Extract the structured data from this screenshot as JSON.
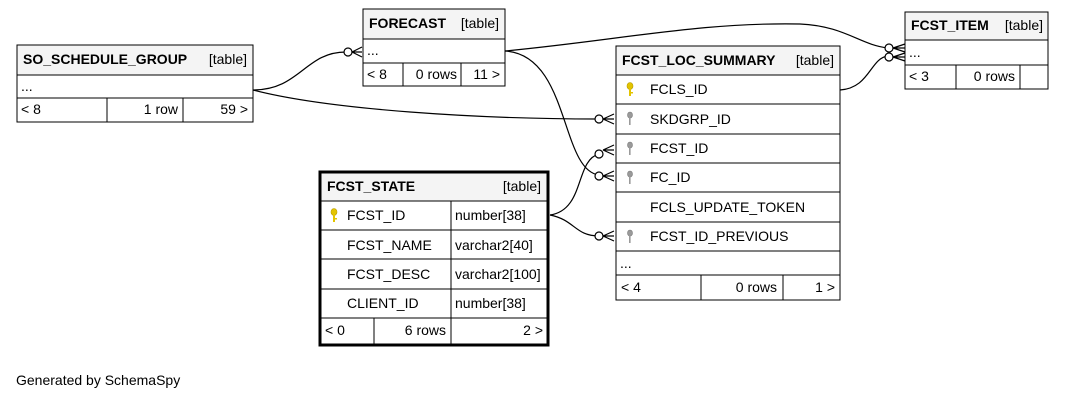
{
  "table_tag": "[table]",
  "more_placeholder": "...",
  "footer": "Generated by SchemaSpy",
  "colors": {
    "stroke": "#000000",
    "header_bg": "#f4f4f4",
    "pk_key": "#e3c400",
    "fk_key": "#9a9a9a"
  },
  "tables": {
    "so_schedule_group": {
      "name": "SO_SCHEDULE_GROUP",
      "stats": {
        "parents": "< 8",
        "rows": "1 row",
        "children": "59 >"
      }
    },
    "forecast": {
      "name": "FORECAST",
      "stats": {
        "parents": "< 8",
        "rows": "0 rows",
        "children": "11 >"
      }
    },
    "fcst_item": {
      "name": "FCST_ITEM",
      "stats": {
        "parents": "< 3",
        "rows": "0 rows",
        "children": ""
      }
    },
    "fcst_loc_summary": {
      "name": "FCST_LOC_SUMMARY",
      "columns": [
        {
          "name": "FCLS_ID",
          "key": "pk-key-icon"
        },
        {
          "name": "SKDGRP_ID",
          "key": "fk-key-icon"
        },
        {
          "name": "FCST_ID",
          "key": "fk-key-icon"
        },
        {
          "name": "FC_ID",
          "key": "fk-key-icon"
        },
        {
          "name": "FCLS_UPDATE_TOKEN",
          "key": ""
        },
        {
          "name": "FCST_ID_PREVIOUS",
          "key": "fk-key-icon"
        }
      ],
      "stats": {
        "parents": "< 4",
        "rows": "0 rows",
        "children": "1 >"
      }
    },
    "fcst_state": {
      "name": "FCST_STATE",
      "columns": [
        {
          "name": "FCST_ID",
          "type": "number[38]",
          "key": "pk-key-icon"
        },
        {
          "name": "FCST_NAME",
          "type": "varchar2[40]",
          "key": ""
        },
        {
          "name": "FCST_DESC",
          "type": "varchar2[100]",
          "key": ""
        },
        {
          "name": "CLIENT_ID",
          "type": "number[38]",
          "key": ""
        }
      ],
      "stats": {
        "parents": "< 0",
        "rows": "6 rows",
        "children": "2 >"
      }
    }
  }
}
